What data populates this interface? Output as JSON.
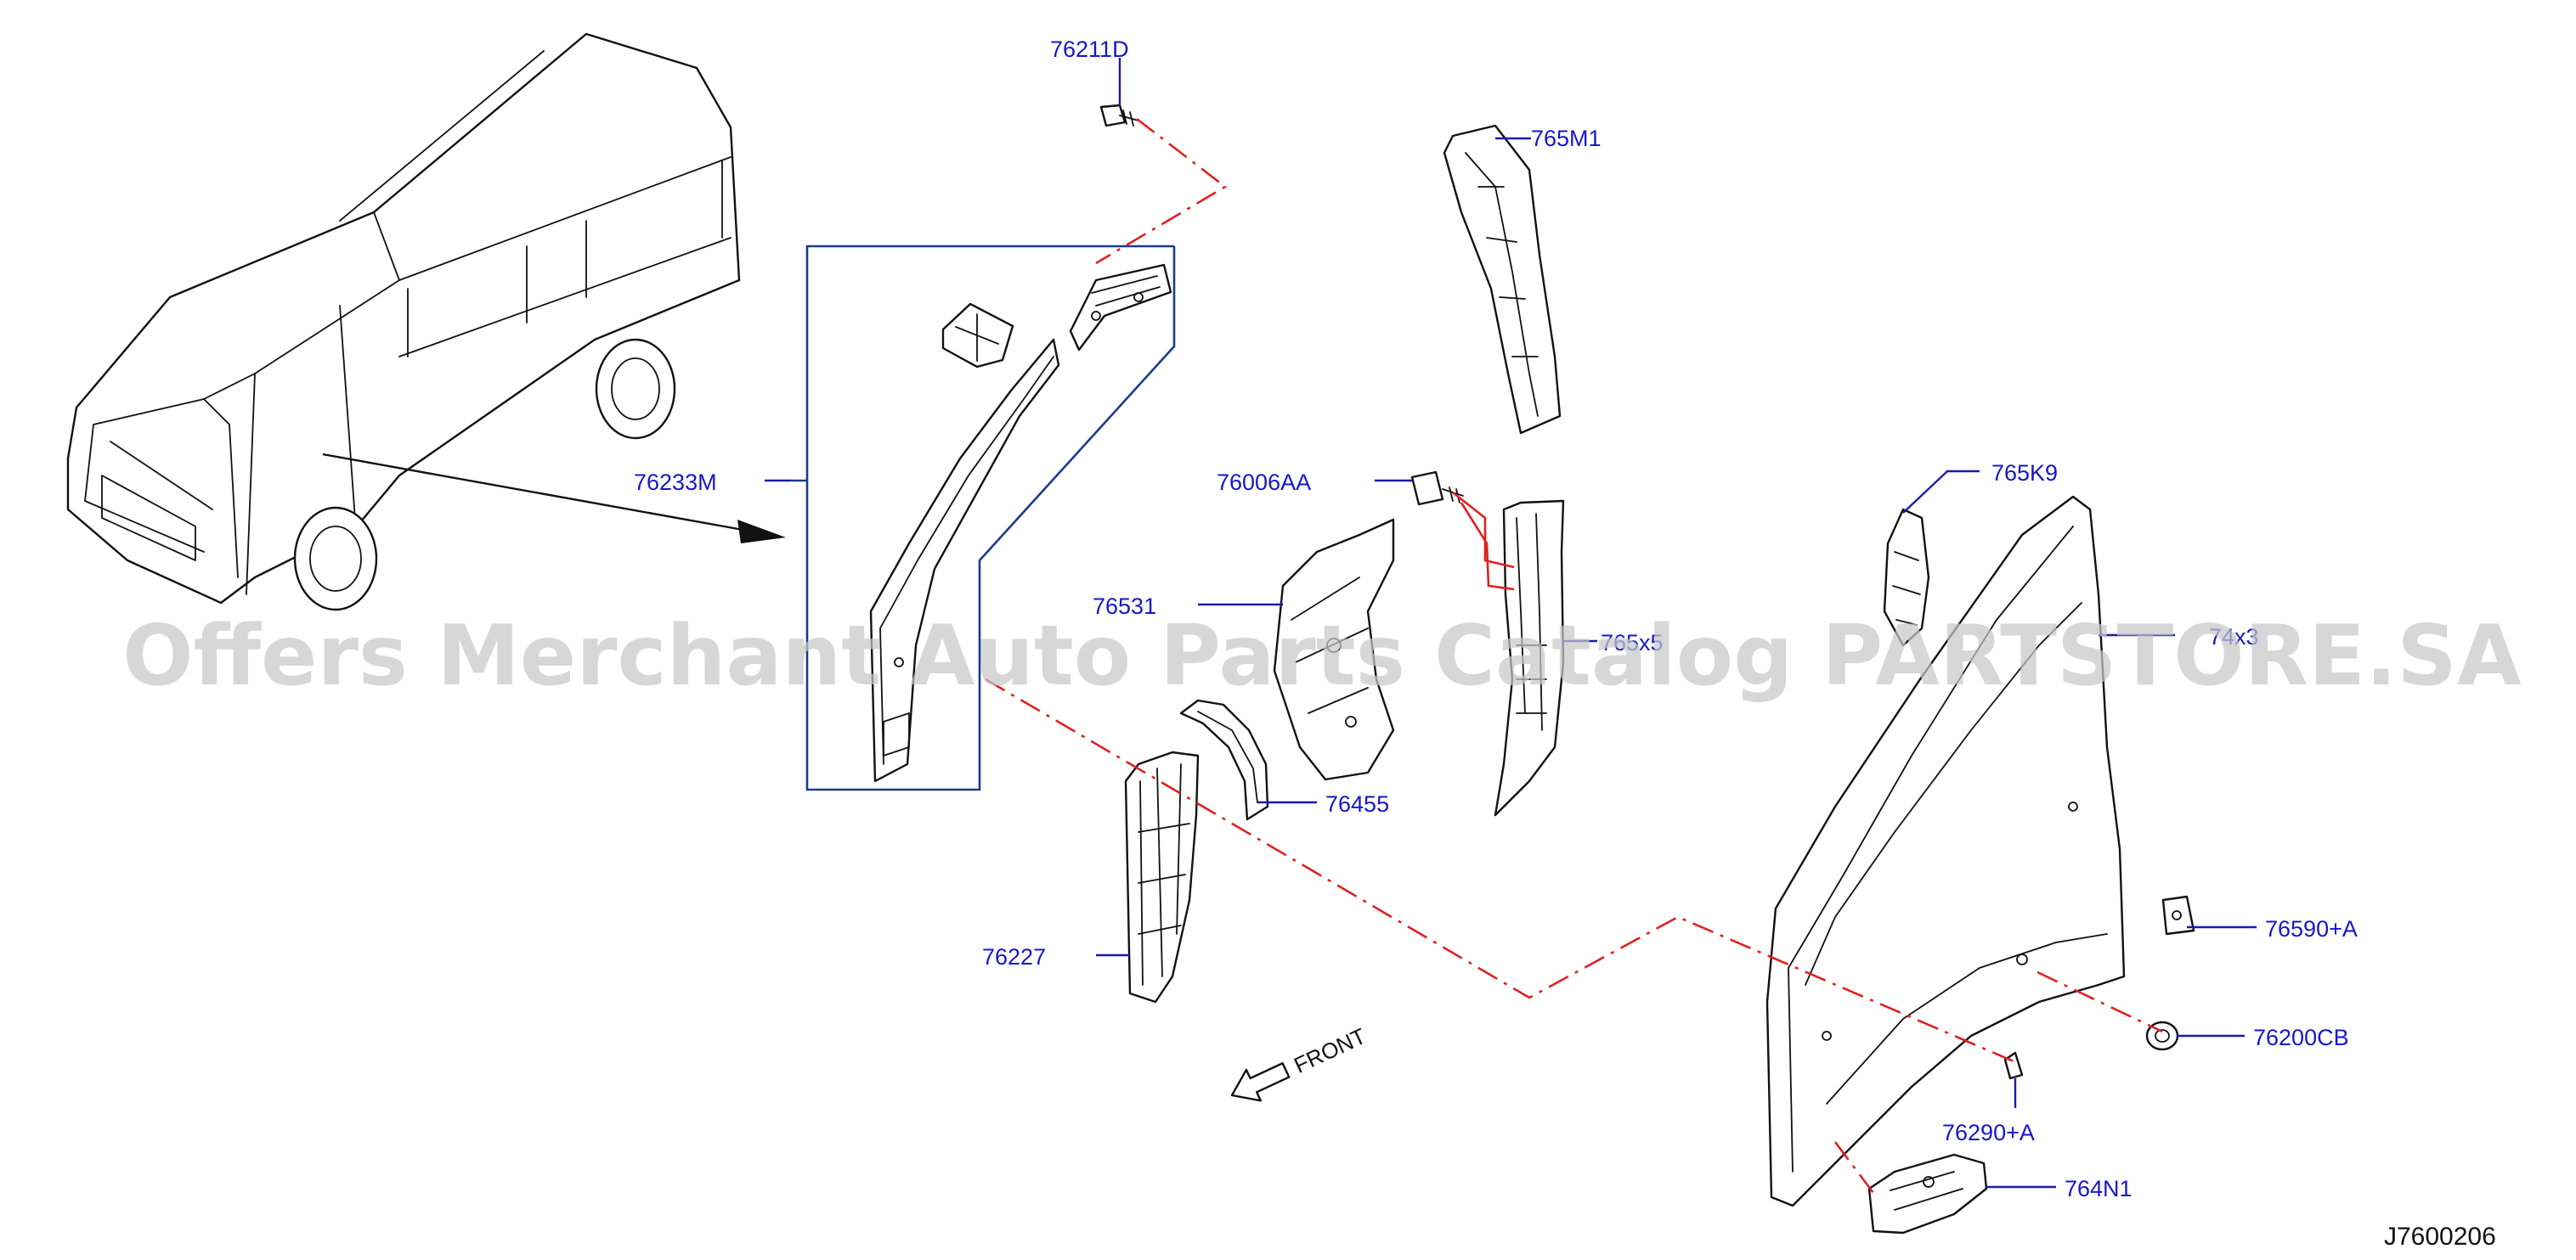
{
  "diagram": {
    "callouts": {
      "p76211D": "76211D",
      "p765M1": "765M1",
      "p76233M": "76233M",
      "p76006AA": "76006AA",
      "p76531": "76531",
      "p765x5": "765x5",
      "p765K9": "765K9",
      "p74x3": "74x3",
      "p76455": "76455",
      "p76227": "76227",
      "p76590A": "76590+A",
      "p76200CB": "76200CB",
      "p76290A": "76290+A",
      "p764N1": "764N1"
    },
    "front_label": "FRONT",
    "diagram_id": "J7600206",
    "watermark": "Offers Merchant Auto Parts Catalog PARTSTORE.SA",
    "colors": {
      "callout_text": "#1717c8",
      "leader_line": "#1a1aa8",
      "dashed_line": "#e02020",
      "line_art": "#111111"
    }
  }
}
